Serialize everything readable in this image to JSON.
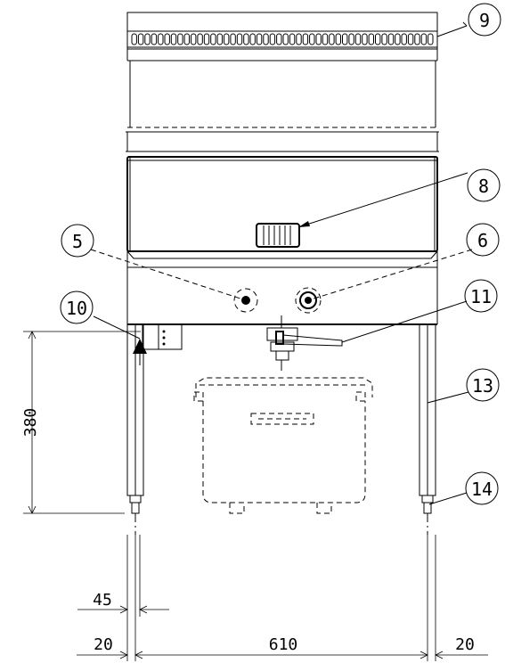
{
  "callouts": [
    {
      "id": "c9",
      "label": "9"
    },
    {
      "id": "c8",
      "label": "8"
    },
    {
      "id": "c5",
      "label": "5"
    },
    {
      "id": "c6",
      "label": "6"
    },
    {
      "id": "c10",
      "label": "10"
    },
    {
      "id": "c11",
      "label": "11"
    },
    {
      "id": "c13",
      "label": "13"
    },
    {
      "id": "c14",
      "label": "14"
    }
  ],
  "dimensions": {
    "height_leg": "380",
    "left_offset": "45",
    "left_side": "20",
    "width_main": "610",
    "right_side": "20"
  }
}
